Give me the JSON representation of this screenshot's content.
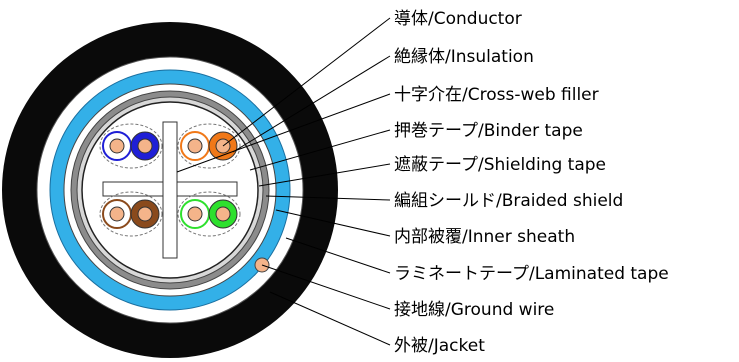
{
  "labels": [
    "導体/Conductor",
    "絶縁体/Insulation",
    "十字介在/Cross-web filler",
    "押巻テープ/Binder tape",
    "遮蔽テープ/Shielding tape",
    "編組シールド/Braided shield",
    "内部被覆/Inner sheath",
    "ラミネートテープ/Laminated tape",
    "接地線/Ground wire",
    "外被/Jacket"
  ],
  "pairs": [
    {
      "name": "blue",
      "color": "#1f1fd6"
    },
    {
      "name": "orange",
      "color": "#f07818"
    },
    {
      "name": "brown",
      "color": "#8a4a1c"
    },
    {
      "name": "green",
      "color": "#2ee02e"
    }
  ],
  "colors": {
    "jacket": "#0a0a0a",
    "laminated_tape": "#33b0e8",
    "copper": "#f4b48a"
  }
}
